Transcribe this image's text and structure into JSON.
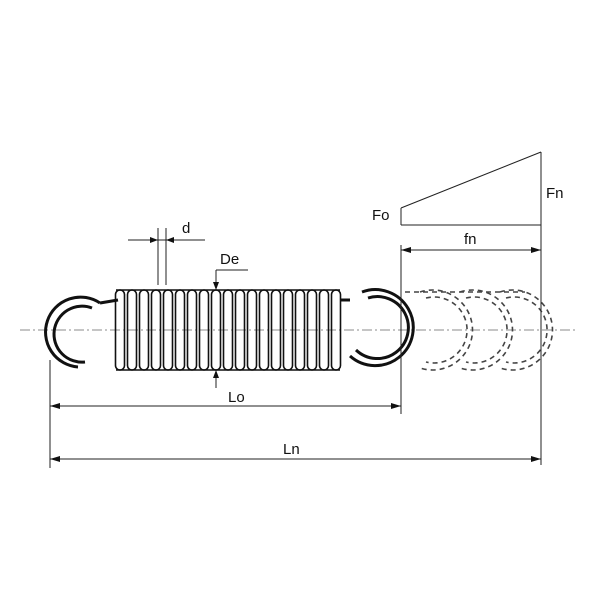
{
  "labels": {
    "d": "d",
    "De": "De",
    "Lo": "Lo",
    "Ln": "Ln",
    "Fo": "Fo",
    "Fn": "Fn",
    "fn": "fn"
  },
  "spring": {
    "coil_count": 19
  }
}
